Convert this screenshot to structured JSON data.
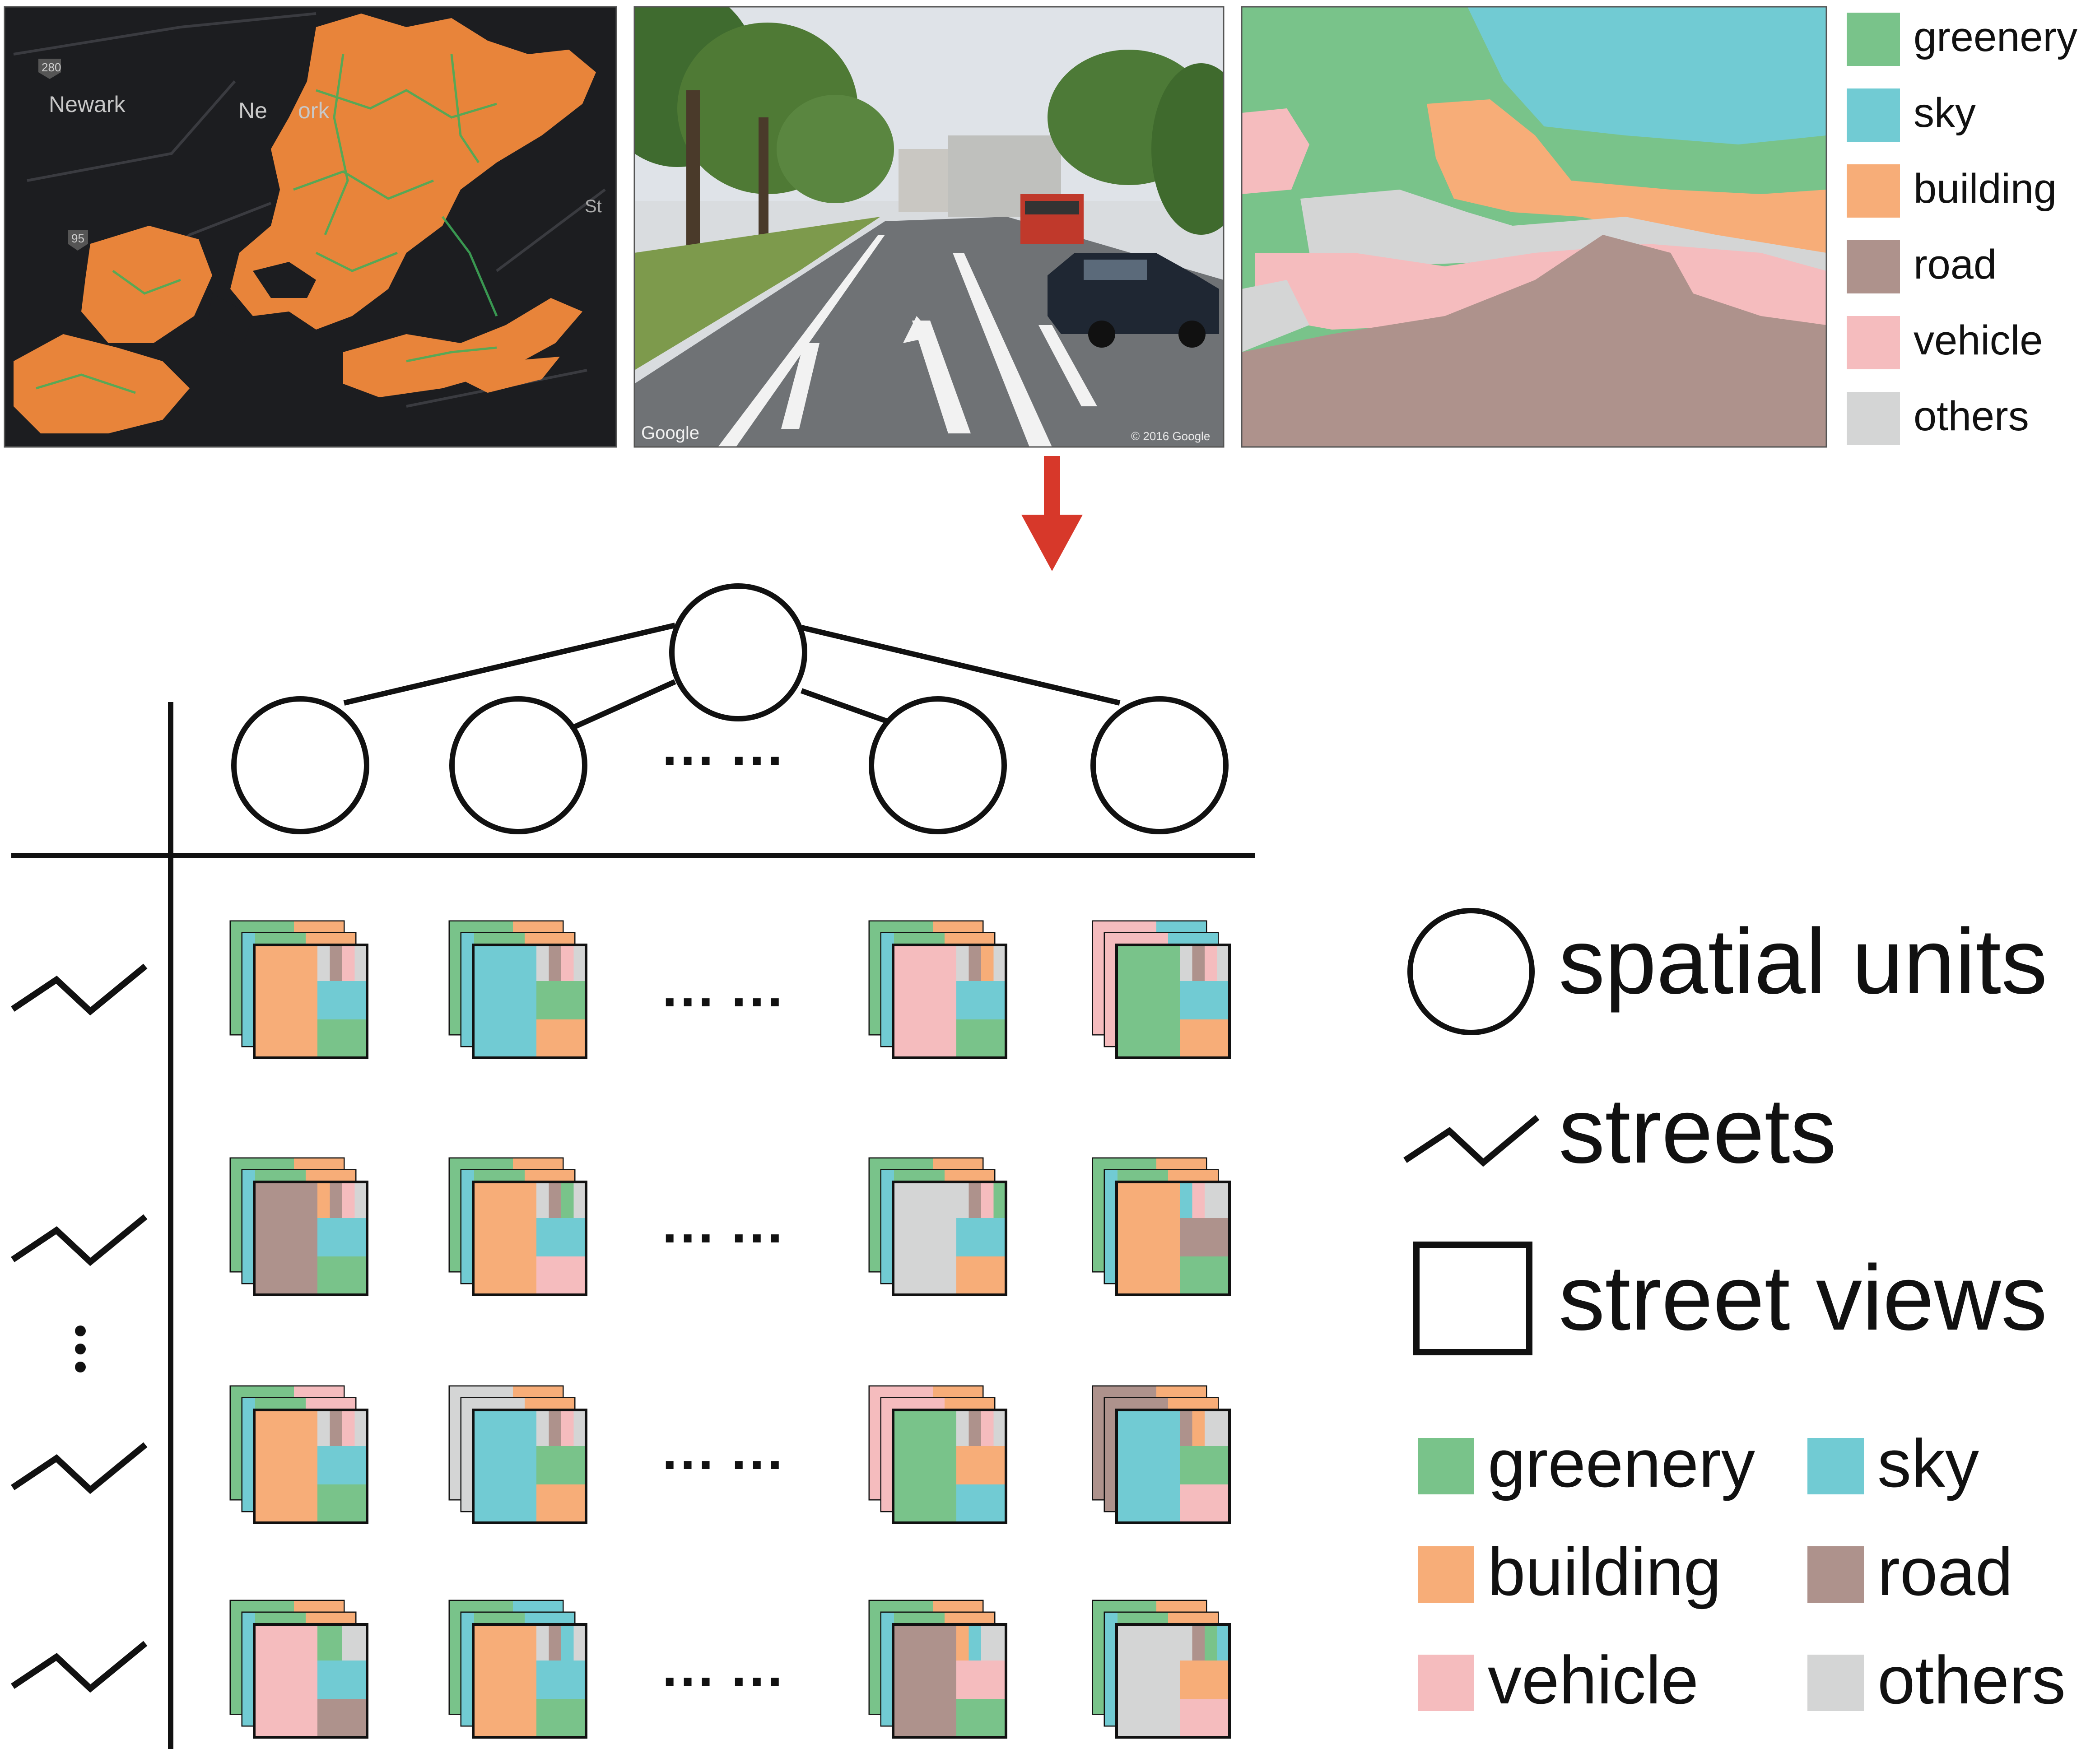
{
  "colors": {
    "greenery": "#79c38a",
    "sky": "#71cbd3",
    "building": "#f7ad78",
    "road": "#ae928c",
    "vehicle": "#f5bcbe",
    "others": "#d4d5d5",
    "arrow": "#d7382a",
    "line": "#111111",
    "map_bg": "#1c1d20"
  },
  "top_panels": {
    "map": {
      "labels": [
        "Newark",
        "Ne",
        "ork",
        "St"
      ],
      "road_markers": [
        "280",
        "95"
      ]
    },
    "street_view": {
      "watermark_left": "Google",
      "watermark_right": "© 2016 Google"
    },
    "segmentation_legend": [
      {
        "class": "greenery",
        "label": "greenery"
      },
      {
        "class": "sky",
        "label": "sky"
      },
      {
        "class": "building",
        "label": "building"
      },
      {
        "class": "road",
        "label": "road"
      },
      {
        "class": "vehicle",
        "label": "vehicle"
      },
      {
        "class": "others",
        "label": "others"
      }
    ]
  },
  "diagram": {
    "ellipsis": "··· ···",
    "vertical_ellipsis": "⋮",
    "grid": [
      [
        {
          "back": [
            "greenery",
            "building"
          ],
          "main": "building",
          "strip": [
            "others",
            "road",
            "vehicle",
            "others"
          ],
          "mid": "sky",
          "bot": "greenery"
        },
        {
          "back": [
            "greenery",
            "building"
          ],
          "main": "sky",
          "strip": [
            "others",
            "road",
            "vehicle",
            "others"
          ],
          "mid": "greenery",
          "bot": "building"
        },
        {
          "back": [
            "greenery",
            "building"
          ],
          "main": "vehicle",
          "strip": [
            "others",
            "road",
            "building",
            "others"
          ],
          "mid": "sky",
          "bot": "greenery"
        },
        {
          "back": [
            "vehicle",
            "sky"
          ],
          "main": "greenery",
          "strip": [
            "others",
            "road",
            "vehicle",
            "others"
          ],
          "mid": "sky",
          "bot": "building"
        }
      ],
      [
        {
          "back": [
            "greenery",
            "building"
          ],
          "main": "road",
          "strip": [
            "building",
            "road",
            "vehicle",
            "others"
          ],
          "mid": "sky",
          "bot": "greenery"
        },
        {
          "back": [
            "greenery",
            "building"
          ],
          "main": "building",
          "strip": [
            "others",
            "road",
            "greenery",
            "others"
          ],
          "mid": "sky",
          "bot": "vehicle"
        },
        {
          "back": [
            "greenery",
            "building"
          ],
          "main": "others",
          "strip": [
            "others",
            "road",
            "vehicle",
            "greenery"
          ],
          "mid": "sky",
          "bot": "building"
        },
        {
          "back": [
            "greenery",
            "building"
          ],
          "main": "building",
          "strip": [
            "sky",
            "vehicle",
            "others",
            "others"
          ],
          "mid": "road",
          "bot": "greenery"
        }
      ],
      [
        {
          "back": [
            "greenery",
            "vehicle"
          ],
          "main": "building",
          "strip": [
            "others",
            "road",
            "vehicle",
            "others"
          ],
          "mid": "sky",
          "bot": "greenery"
        },
        {
          "back": [
            "others",
            "building"
          ],
          "main": "sky",
          "strip": [
            "others",
            "road",
            "vehicle",
            "others"
          ],
          "mid": "greenery",
          "bot": "building"
        },
        {
          "back": [
            "vehicle",
            "building"
          ],
          "main": "greenery",
          "strip": [
            "others",
            "road",
            "vehicle",
            "others"
          ],
          "mid": "building",
          "bot": "sky"
        },
        {
          "back": [
            "road",
            "building"
          ],
          "main": "sky",
          "strip": [
            "road",
            "building",
            "others",
            "others"
          ],
          "mid": "greenery",
          "bot": "vehicle"
        }
      ],
      [
        {
          "back": [
            "greenery",
            "building"
          ],
          "main": "vehicle",
          "strip": [
            "greenery",
            "greenery",
            "others",
            "others"
          ],
          "mid": "sky",
          "bot": "road"
        },
        {
          "back": [
            "greenery",
            "sky"
          ],
          "main": "building",
          "strip": [
            "others",
            "road",
            "sky",
            "others"
          ],
          "mid": "sky",
          "bot": "greenery"
        },
        {
          "back": [
            "greenery",
            "building"
          ],
          "main": "road",
          "strip": [
            "building",
            "sky",
            "others",
            "others"
          ],
          "mid": "vehicle",
          "bot": "greenery"
        },
        {
          "back": [
            "greenery",
            "building"
          ],
          "main": "others",
          "strip": [
            "others",
            "road",
            "greenery",
            "sky"
          ],
          "mid": "building",
          "bot": "vehicle"
        }
      ]
    ]
  },
  "legend": {
    "spatial_units": "spatial units",
    "streets": "streets",
    "street_views": "street views",
    "items": [
      {
        "class": "greenery",
        "label": "greenery"
      },
      {
        "class": "sky",
        "label": "sky"
      },
      {
        "class": "building",
        "label": "building"
      },
      {
        "class": "road",
        "label": "road"
      },
      {
        "class": "vehicle",
        "label": "vehicle"
      },
      {
        "class": "others",
        "label": "others"
      }
    ]
  }
}
